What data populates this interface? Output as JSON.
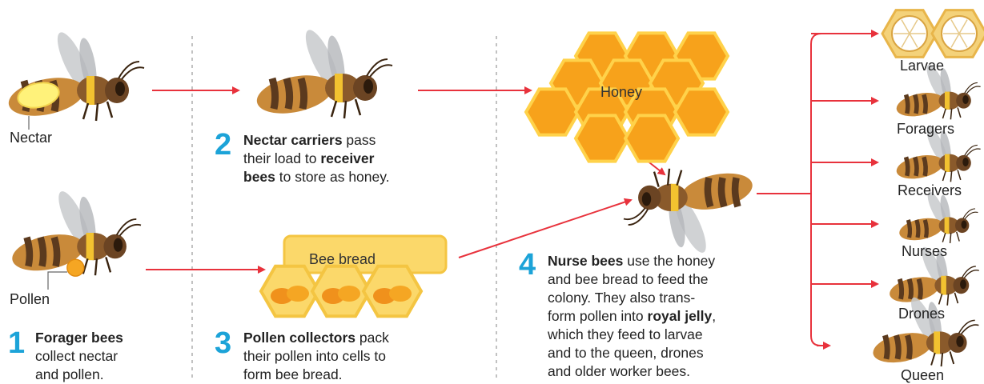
{
  "labels": {
    "nectar": "Nectar",
    "pollen": "Pollen",
    "honey": "Honey",
    "bee_bread": "Bee bread"
  },
  "steps": [
    {
      "number": "1",
      "lines": [
        [
          {
            "b": "Forager bees"
          }
        ],
        [
          {
            "t": "collect nectar"
          }
        ],
        [
          {
            "t": "and pollen."
          }
        ]
      ]
    },
    {
      "number": "2",
      "lines": [
        [
          {
            "b": "Nectar carriers"
          },
          {
            "t": " pass"
          }
        ],
        [
          {
            "t": "their load to "
          },
          {
            "b": "receiver"
          }
        ],
        [
          {
            "b": "bees"
          },
          {
            "t": " to store as honey."
          }
        ]
      ]
    },
    {
      "number": "3",
      "lines": [
        [
          {
            "b": "Pollen collectors"
          },
          {
            "t": " pack"
          }
        ],
        [
          {
            "t": "their pollen into cells to"
          }
        ],
        [
          {
            "t": "form bee bread."
          }
        ]
      ]
    },
    {
      "number": "4",
      "lines": [
        [
          {
            "b": "Nurse bees"
          },
          {
            "t": " use the honey"
          }
        ],
        [
          {
            "t": "and bee bread to feed the"
          }
        ],
        [
          {
            "t": "colony. They also trans-"
          }
        ],
        [
          {
            "t": "form pollen into "
          },
          {
            "b": "royal jelly"
          },
          {
            "t": ","
          }
        ],
        [
          {
            "t": "which they feed to larvae"
          }
        ],
        [
          {
            "t": "and to the queen, drones"
          }
        ],
        [
          {
            "t": "and older worker bees."
          }
        ]
      ]
    }
  ],
  "outputs": [
    "Larvae",
    "Foragers",
    "Receivers",
    "Nurses",
    "Drones",
    "Queen"
  ],
  "colors": {
    "arrow": "#e8323c",
    "step_number": "#1ca3d8",
    "honey": "#f7a21b",
    "honey_edge": "#ffd24a",
    "bee_bread": "#fbd86a",
    "bee_body": "#c98a3a",
    "bee_stripe": "#5b3a1e",
    "wing": "#c8cacc"
  },
  "icons": [
    "forager-bee-icon",
    "nectar-carrier-bee-icon",
    "pollen-bee-icon",
    "honeycomb-icon",
    "bee-bread-comb-icon",
    "nurse-bee-icon",
    "larvae-cells-icon",
    "forager-icon",
    "receiver-icon",
    "nurse-icon",
    "drone-icon",
    "queen-icon"
  ]
}
